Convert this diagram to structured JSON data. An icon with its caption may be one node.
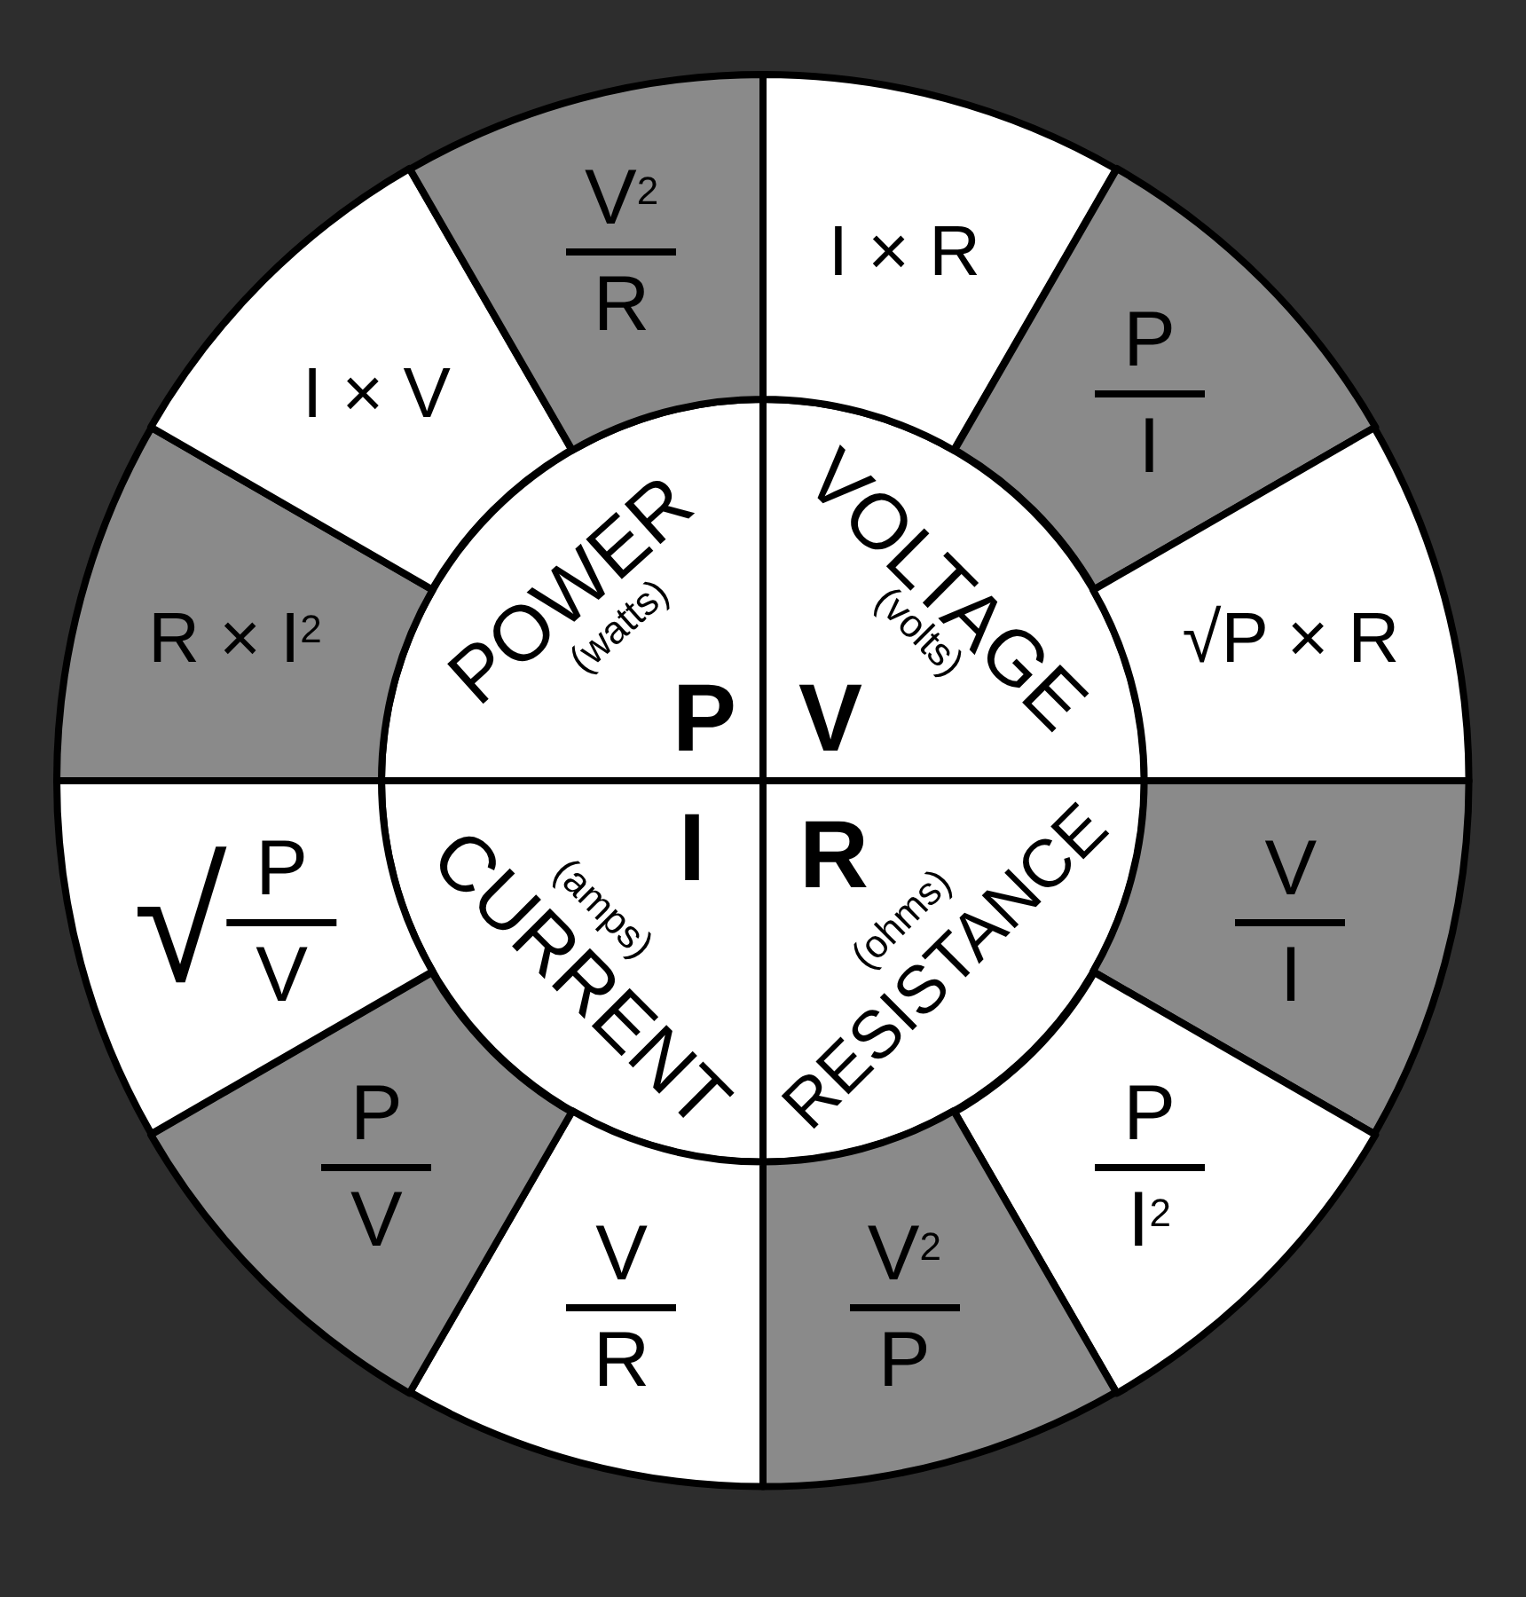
{
  "diagram": {
    "nodes": [
      {
        "text": [
          "POWER",
          "(watts)",
          "P"
        ]
      },
      {
        "text": [
          "VOLTAGE",
          "(volts)",
          "V"
        ]
      },
      {
        "text": [
          "CURRENT",
          "(amps)",
          "I"
        ]
      },
      {
        "text": [
          "RESISTANCE",
          "(ohms)",
          "R"
        ]
      },
      {
        "text": [
          "I × R"
        ]
      },
      {
        "text": [
          "P",
          "I"
        ]
      },
      {
        "text": [
          "√P × R"
        ]
      },
      {
        "text": [
          "V",
          "I"
        ]
      },
      {
        "text": [
          "P",
          "I$^{2}$"
        ]
      },
      {
        "text": [
          "V$^{2}$",
          "P"
        ]
      },
      {
        "text": [
          "V",
          "R"
        ]
      },
      {
        "text": [
          "P",
          "V"
        ]
      },
      {
        "text": [
          "√",
          "P",
          "V"
        ]
      },
      {
        "text": [
          "R × I$^{2}$"
        ]
      },
      {
        "text": [
          "I × V"
        ]
      },
      {
        "text": [
          "V$^{2}$",
          "R"
        ]
      }
    ],
    "edges": []
  }
}
